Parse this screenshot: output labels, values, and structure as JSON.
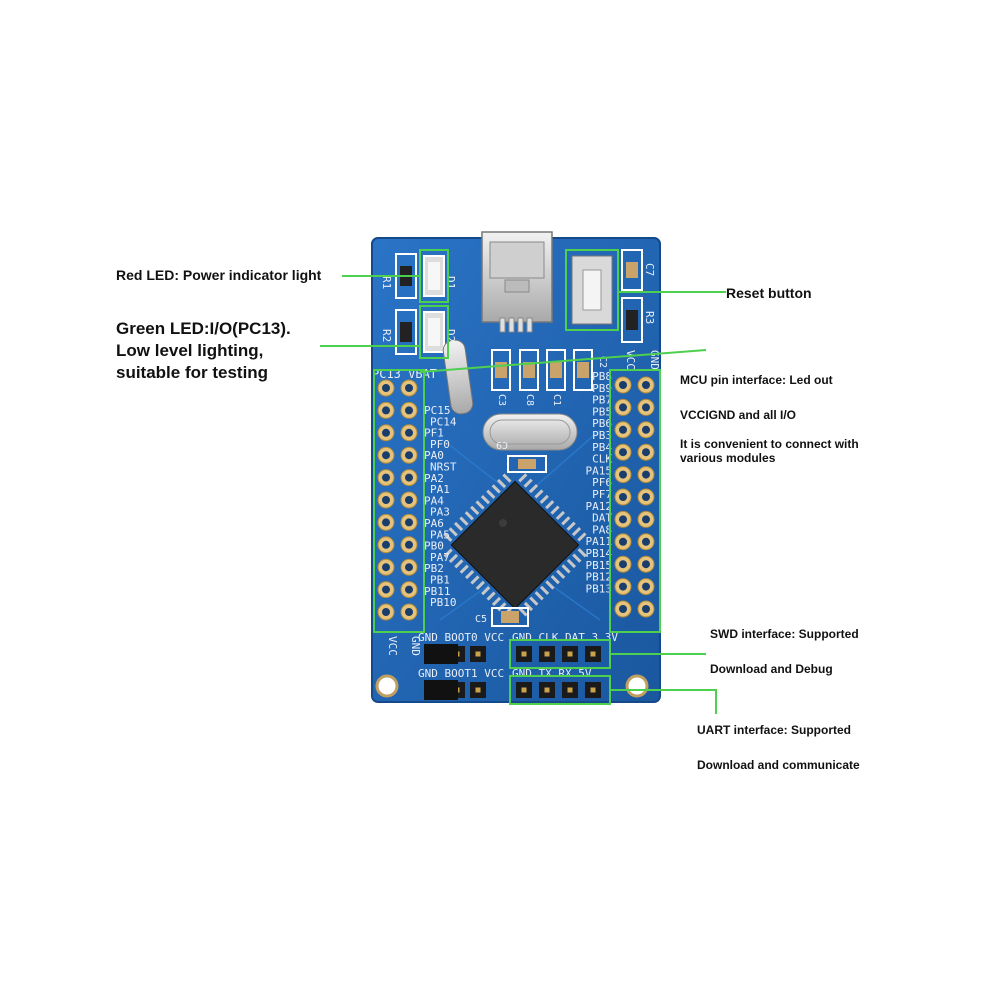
{
  "annotations": {
    "red_led": "Red LED: Power indicator light",
    "green_led_lines": [
      "Green LED:I/O(PC13).",
      "Low level lighting,",
      "suitable for testing"
    ],
    "reset": "Reset button",
    "mcu_lines": [
      "MCU pin interface: Led out",
      "VCCIGND and all I/O",
      "It is convenient to connect with",
      "various modules"
    ],
    "swd_lines": [
      "SWD interface: Supported",
      "Download and Debug"
    ],
    "uart_lines": [
      "UART interface: Supported",
      "Download and communicate"
    ]
  },
  "silkscreen": {
    "left_header_top": "PC13 VBAT",
    "left_pins": [
      "PC15",
      "PC14",
      "PF1",
      "PF0",
      "PA0",
      "NRST",
      "PA2",
      "PA1",
      "PA4",
      "PA3",
      "PA6",
      "PA5",
      "PB0",
      "PA7",
      "PB2",
      "PB1",
      "PB11",
      "PB10"
    ],
    "left_header_bottom": [
      "VCC",
      "GND"
    ],
    "right_header_top": [
      "VCC",
      "GND"
    ],
    "right_pins": [
      "PB8",
      "PB9",
      "PB7",
      "PB5",
      "PB6",
      "PB3",
      "PB4",
      "CLK",
      "PA15",
      "PF6",
      "PF7",
      "PA12",
      "DAT",
      "PA8",
      "PA11",
      "PB14",
      "PB15",
      "PB12",
      "PB13"
    ],
    "boot0_row": "GND BOOT0 VCC",
    "boot1_row": "GND BOOT1 VCC",
    "swd_row": "GND CLK DAT 3.3V",
    "uart_row": "GND TX RX 5V",
    "resistors": [
      "R1",
      "R2",
      "R3"
    ],
    "leds": [
      "D1",
      "D2"
    ],
    "caps": [
      "C7",
      "C3",
      "C8",
      "C1",
      "C2",
      "C9",
      "C5"
    ]
  },
  "colors": {
    "pcb": "#1e63b4",
    "pcb_dark": "#174f92",
    "highlight": "#4dd04d",
    "silk": "#e8eef8"
  }
}
